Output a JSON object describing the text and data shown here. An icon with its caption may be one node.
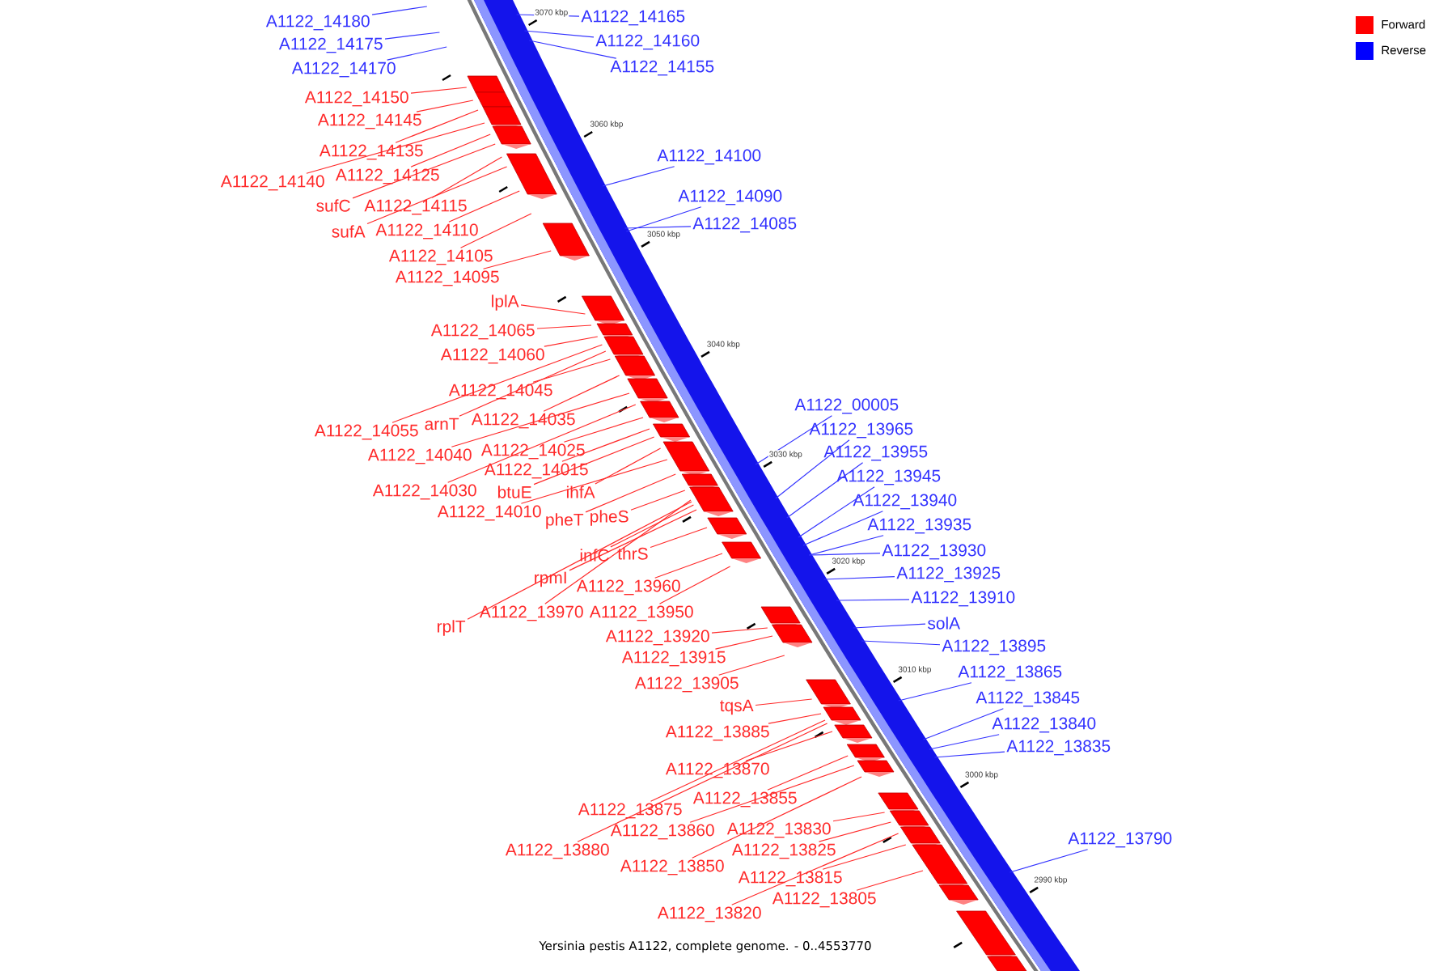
{
  "diagram": {
    "caption": "Yersinia pestis A1122, complete genome. - 0..4553770",
    "nodes": [
      {
        "text": [
          "A1122_14180"
        ]
      },
      {
        "text": [
          "A1122_14175"
        ]
      },
      {
        "text": [
          "A1122_14170"
        ]
      },
      {
        "text": [
          "A1122_14165"
        ]
      },
      {
        "text": [
          "A1122_14160"
        ]
      },
      {
        "text": [
          "A1122_14155"
        ]
      },
      {
        "text": [
          "A1122_14150"
        ]
      },
      {
        "text": [
          "A1122_14145"
        ]
      },
      {
        "text": [
          "A1122_14135"
        ]
      },
      {
        "text": [
          "A1122_14140"
        ]
      },
      {
        "text": [
          "A1122_14125"
        ]
      },
      {
        "text": [
          "sufC"
        ]
      },
      {
        "text": [
          "A1122_14115"
        ]
      },
      {
        "text": [
          "sufA"
        ]
      },
      {
        "text": [
          "A1122_14110"
        ]
      },
      {
        "text": [
          "A1122_14105"
        ]
      },
      {
        "text": [
          "A1122_14095"
        ]
      },
      {
        "text": [
          "A1122_14100"
        ]
      },
      {
        "text": [
          "A1122_14090"
        ]
      },
      {
        "text": [
          "A1122_14085"
        ]
      },
      {
        "text": [
          "lplA"
        ]
      },
      {
        "text": [
          "A1122_14065"
        ]
      },
      {
        "text": [
          "A1122_14060"
        ]
      },
      {
        "text": [
          "A1122_14045"
        ]
      },
      {
        "text": [
          "A1122_14055"
        ]
      },
      {
        "text": [
          "arnT"
        ]
      },
      {
        "text": [
          "A1122_14035"
        ]
      },
      {
        "text": [
          "A1122_14040"
        ]
      },
      {
        "text": [
          "A1122_14025"
        ]
      },
      {
        "text": [
          "A1122_14015"
        ]
      },
      {
        "text": [
          "A1122_14030"
        ]
      },
      {
        "text": [
          "btuE"
        ]
      },
      {
        "text": [
          "ihfA"
        ]
      },
      {
        "text": [
          "A1122_14010"
        ]
      },
      {
        "text": [
          "pheT"
        ]
      },
      {
        "text": [
          "pheS"
        ]
      },
      {
        "text": [
          "infC"
        ]
      },
      {
        "text": [
          "thrS"
        ]
      },
      {
        "text": [
          "rpmI"
        ]
      },
      {
        "text": [
          "A1122_13960"
        ]
      },
      {
        "text": [
          "A1122_13970"
        ]
      },
      {
        "text": [
          "A1122_13950"
        ]
      },
      {
        "text": [
          "rplT"
        ]
      },
      {
        "text": [
          "A1122_00005"
        ]
      },
      {
        "text": [
          "A1122_13965"
        ]
      },
      {
        "text": [
          "A1122_13955"
        ]
      },
      {
        "text": [
          "A1122_13945"
        ]
      },
      {
        "text": [
          "A1122_13940"
        ]
      },
      {
        "text": [
          "A1122_13935"
        ]
      },
      {
        "text": [
          "A1122_13930"
        ]
      },
      {
        "text": [
          "A1122_13925"
        ]
      },
      {
        "text": [
          "A1122_13910"
        ]
      },
      {
        "text": [
          "solA"
        ]
      },
      {
        "text": [
          "A1122_13920"
        ]
      },
      {
        "text": [
          "A1122_13915"
        ]
      },
      {
        "text": [
          "A1122_13905"
        ]
      },
      {
        "text": [
          "A1122_13895"
        ]
      },
      {
        "text": [
          "A1122_13865"
        ]
      },
      {
        "text": [
          "tqsA"
        ]
      },
      {
        "text": [
          "A1122_13885"
        ]
      },
      {
        "text": [
          "A1122_13845"
        ]
      },
      {
        "text": [
          "A1122_13840"
        ]
      },
      {
        "text": [
          "A1122_13835"
        ]
      },
      {
        "text": [
          "A1122_13870"
        ]
      },
      {
        "text": [
          "A1122_13875"
        ]
      },
      {
        "text": [
          "A1122_13855"
        ]
      },
      {
        "text": [
          "A1122_13860"
        ]
      },
      {
        "text": [
          "A1122_13880"
        ]
      },
      {
        "text": [
          "A1122_13830"
        ]
      },
      {
        "text": [
          "A1122_13850"
        ]
      },
      {
        "text": [
          "A1122_13825"
        ]
      },
      {
        "text": [
          "A1122_13815"
        ]
      },
      {
        "text": [
          "A1122_13805"
        ]
      },
      {
        "text": [
          "A1122_13820"
        ]
      },
      {
        "text": [
          "A1122_13790"
        ]
      }
    ],
    "edges": [
      {
        "from": 0,
        "to": null,
        "arrow": "none",
        "color": "#3333ff"
      },
      {
        "from": 1,
        "to": null,
        "arrow": "none",
        "color": "#3333ff"
      },
      {
        "from": 2,
        "to": null,
        "arrow": "none",
        "color": "#3333ff"
      },
      {
        "from": 3,
        "to": null,
        "arrow": "none",
        "color": "#3333ff"
      },
      {
        "from": 4,
        "to": null,
        "arrow": "none",
        "color": "#3333ff"
      },
      {
        "from": 5,
        "to": null,
        "arrow": "none",
        "color": "#3333ff"
      },
      {
        "from": 6,
        "to": null,
        "arrow": "none"
      },
      {
        "from": 7,
        "to": null,
        "arrow": "none"
      },
      {
        "from": 8,
        "to": null,
        "arrow": "none"
      },
      {
        "from": 9,
        "to": null,
        "arrow": "none"
      },
      {
        "from": 10,
        "to": null,
        "arrow": "none"
      },
      {
        "from": 11,
        "to": null,
        "arrow": "none"
      },
      {
        "from": 12,
        "to": null,
        "arrow": "none"
      },
      {
        "from": 13,
        "to": null,
        "arrow": "none"
      },
      {
        "from": 14,
        "to": null,
        "arrow": "none"
      },
      {
        "from": 15,
        "to": null,
        "arrow": "none"
      },
      {
        "from": 16,
        "to": null,
        "arrow": "none"
      },
      {
        "from": 17,
        "to": null,
        "arrow": "none",
        "color": "#3333ff"
      },
      {
        "from": 18,
        "to": null,
        "arrow": "none",
        "color": "#3333ff"
      },
      {
        "from": 19,
        "to": null,
        "arrow": "none",
        "color": "#3333ff"
      },
      {
        "from": 20,
        "to": null,
        "arrow": "none"
      },
      {
        "from": 21,
        "to": null,
        "arrow": "none"
      },
      {
        "from": 22,
        "to": null,
        "arrow": "none"
      },
      {
        "from": 23,
        "to": null,
        "arrow": "none"
      },
      {
        "from": 24,
        "to": null,
        "arrow": "none"
      },
      {
        "from": 25,
        "to": null,
        "arrow": "none"
      },
      {
        "from": 26,
        "to": null,
        "arrow": "none"
      },
      {
        "from": 27,
        "to": null,
        "arrow": "none"
      },
      {
        "from": 28,
        "to": null,
        "arrow": "none"
      },
      {
        "from": 29,
        "to": null,
        "arrow": "none"
      },
      {
        "from": 30,
        "to": null,
        "arrow": "none"
      },
      {
        "from": 31,
        "to": null,
        "arrow": "none"
      },
      {
        "from": 32,
        "to": null,
        "arrow": "none"
      },
      {
        "from": 33,
        "to": null,
        "arrow": "none"
      },
      {
        "from": 34,
        "to": null,
        "arrow": "none"
      },
      {
        "from": 35,
        "to": null,
        "arrow": "none"
      },
      {
        "from": 36,
        "to": null,
        "arrow": "none"
      },
      {
        "from": 37,
        "to": null,
        "arrow": "none"
      },
      {
        "from": 38,
        "to": null,
        "arrow": "none"
      },
      {
        "from": 39,
        "to": null,
        "arrow": "none"
      },
      {
        "from": 40,
        "to": null,
        "arrow": "none"
      },
      {
        "from": 41,
        "to": null,
        "arrow": "none"
      },
      {
        "from": 42,
        "to": null,
        "arrow": "none"
      },
      {
        "from": 43,
        "to": null,
        "arrow": "none",
        "color": "#3333ff"
      },
      {
        "from": 44,
        "to": null,
        "arrow": "none",
        "color": "#3333ff"
      },
      {
        "from": 45,
        "to": null,
        "arrow": "none",
        "color": "#3333ff"
      },
      {
        "from": 46,
        "to": null,
        "arrow": "none",
        "color": "#3333ff"
      },
      {
        "from": 47,
        "to": null,
        "arrow": "none",
        "color": "#3333ff"
      },
      {
        "from": 48,
        "to": null,
        "arrow": "none",
        "color": "#3333ff"
      },
      {
        "from": 49,
        "to": null,
        "arrow": "none",
        "color": "#3333ff"
      },
      {
        "from": 50,
        "to": null,
        "arrow": "none",
        "color": "#3333ff"
      },
      {
        "from": 51,
        "to": null,
        "arrow": "none",
        "color": "#3333ff"
      },
      {
        "from": 52,
        "to": null,
        "arrow": "none",
        "color": "#3333ff"
      },
      {
        "from": 53,
        "to": null,
        "arrow": "none"
      },
      {
        "from": 54,
        "to": null,
        "arrow": "none"
      },
      {
        "from": 55,
        "to": null,
        "arrow": "none"
      },
      {
        "from": 56,
        "to": null,
        "arrow": "none",
        "color": "#3333ff"
      },
      {
        "from": 57,
        "to": null,
        "arrow": "none",
        "color": "#3333ff"
      },
      {
        "from": 58,
        "to": null,
        "arrow": "none"
      },
      {
        "from": 59,
        "to": null,
        "arrow": "none"
      },
      {
        "from": 60,
        "to": null,
        "arrow": "none",
        "color": "#3333ff"
      },
      {
        "from": 61,
        "to": null,
        "arrow": "none",
        "color": "#3333ff"
      },
      {
        "from": 62,
        "to": null,
        "arrow": "none",
        "color": "#3333ff"
      },
      {
        "from": 63,
        "to": null,
        "arrow": "none"
      },
      {
        "from": 64,
        "to": null,
        "arrow": "none"
      },
      {
        "from": 65,
        "to": null,
        "arrow": "none"
      },
      {
        "from": 66,
        "to": null,
        "arrow": "none"
      },
      {
        "from": 67,
        "to": null,
        "arrow": "none"
      },
      {
        "from": 68,
        "to": null,
        "arrow": "none"
      },
      {
        "from": 69,
        "to": null,
        "arrow": "none"
      },
      {
        "from": 70,
        "to": null,
        "arrow": "none"
      },
      {
        "from": 71,
        "to": null,
        "arrow": "none"
      },
      {
        "from": 72,
        "to": null,
        "arrow": "none"
      },
      {
        "from": 73,
        "to": null,
        "arrow": "none"
      },
      {
        "from": 74,
        "to": null,
        "arrow": "none",
        "color": "#3333ff"
      }
    ],
    "labels": [
      "3070 kbp",
      "3060 kbp",
      "3050 kbp",
      "3040 kbp",
      "3030 kbp",
      "3020 kbp",
      "3010 kbp",
      "3000 kbp",
      "2990 kbp"
    ],
    "legend": [
      {
        "text": "Forward",
        "color": "#ff0000"
      },
      {
        "text": "Reverse",
        "color": "#0000ff"
      }
    ]
  }
}
